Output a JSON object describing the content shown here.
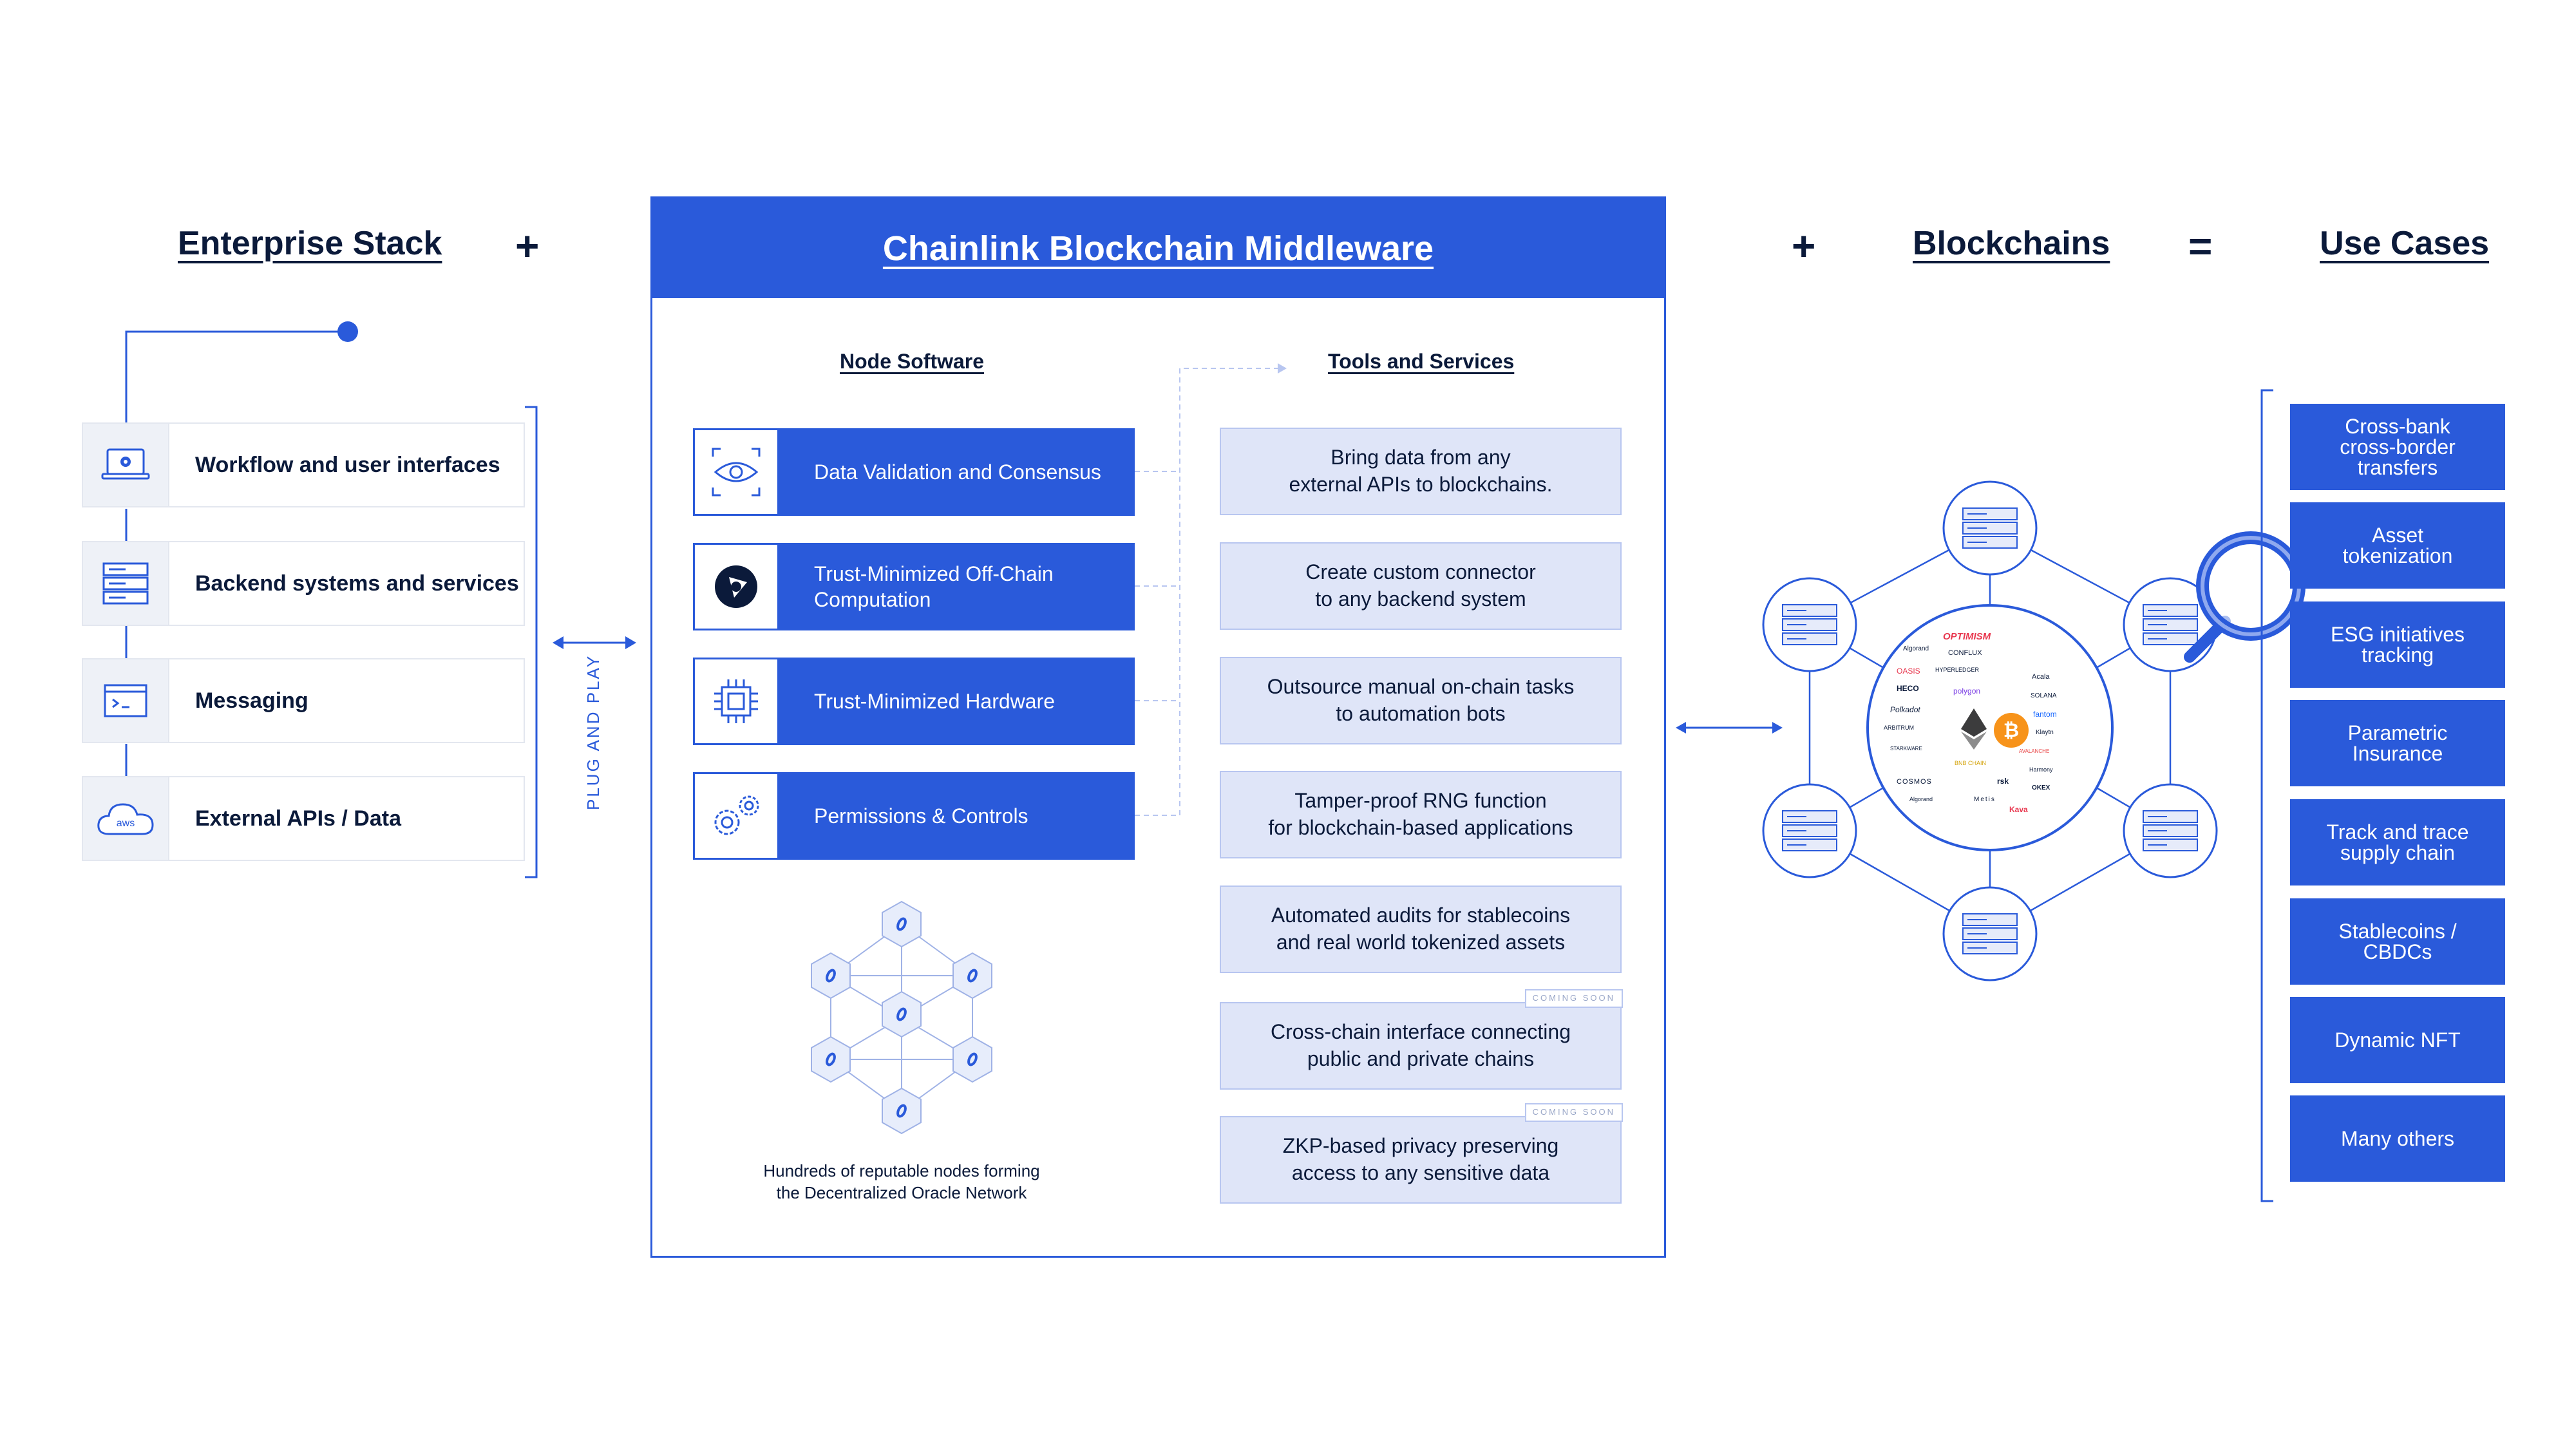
{
  "headings": {
    "enterprise": "Enterprise Stack",
    "plus1": "+",
    "middleware": "Chainlink Blockchain Middleware",
    "plus2": "+",
    "blockchains": "Blockchains",
    "equals": "=",
    "use_cases": "Use Cases"
  },
  "enterprise_stack": {
    "items": [
      {
        "label": "Workflow and user interfaces",
        "icon": "laptop-gear-icon"
      },
      {
        "label": "Backend systems and services",
        "icon": "server-icon"
      },
      {
        "label": "Messaging",
        "icon": "terminal-icon"
      },
      {
        "label": "External APIs / Data",
        "icon": "aws-cloud-icon",
        "icon_text": "aws"
      }
    ],
    "plug_label": "PLUG AND PLAY"
  },
  "middleware": {
    "node_software_title": "Node Software",
    "tools_title": "Tools and Services",
    "node_software": [
      {
        "label": "Data Validation and Consensus",
        "icon": "eye-icon"
      },
      {
        "label": "Trust-Minimized Off-Chain Computation",
        "icon": "computation-icon"
      },
      {
        "label": "Trust-Minimized Hardware",
        "icon": "chip-icon"
      },
      {
        "label": "Permissions & Controls",
        "icon": "gears-icon"
      }
    ],
    "tools": [
      {
        "line1": "Bring data from any",
        "line2": "external APIs to blockchains.",
        "badge": ""
      },
      {
        "line1": "Create custom connector",
        "line2": "to any backend system",
        "badge": ""
      },
      {
        "line1": "Outsource manual on-chain tasks",
        "line2": "to automation bots",
        "badge": ""
      },
      {
        "line1": "Tamper-proof RNG function",
        "line2": "for blockchain-based applications",
        "badge": ""
      },
      {
        "line1": "Automated audits for stablecoins",
        "line2": "and real world tokenized assets",
        "badge": ""
      },
      {
        "line1": "Cross-chain interface connecting",
        "line2": "public and private chains",
        "badge": "COMING SOON"
      },
      {
        "line1": "ZKP-based privacy preserving",
        "line2": "access to any sensitive data",
        "badge": "COMING SOON"
      }
    ],
    "network_caption_line1": "Hundreds of reputable nodes forming",
    "network_caption_line2": "the Decentralized Oracle Network"
  },
  "blockchains": {
    "logos": [
      "OPTIMISM",
      "Algorand",
      "CONFLUX",
      "OASIS",
      "HYPERLEDGER",
      "HECO",
      "polygon",
      "Acala",
      "SOLANA",
      "Polkadot",
      "fantom",
      "ARBITRUM",
      "Klaytn",
      "STARKWARE",
      "BNB CHAIN",
      "AVALANCHE",
      "Harmony",
      "COSMOS",
      "rsk",
      "OKEX",
      "Algorand",
      "Metis",
      "Kava"
    ]
  },
  "use_cases": {
    "items": [
      "Cross-bank cross-border transfers",
      "Asset tokenization",
      "ESG initiatives tracking",
      "Parametric Insurance",
      "Track and trace supply chain",
      "Stablecoins / CBDCs",
      "Dynamic NFT",
      "Many others"
    ]
  },
  "colors": {
    "brand_blue": "#2a5ada",
    "light_blue": "#dfe5f8",
    "text": "#0b1a3a"
  }
}
